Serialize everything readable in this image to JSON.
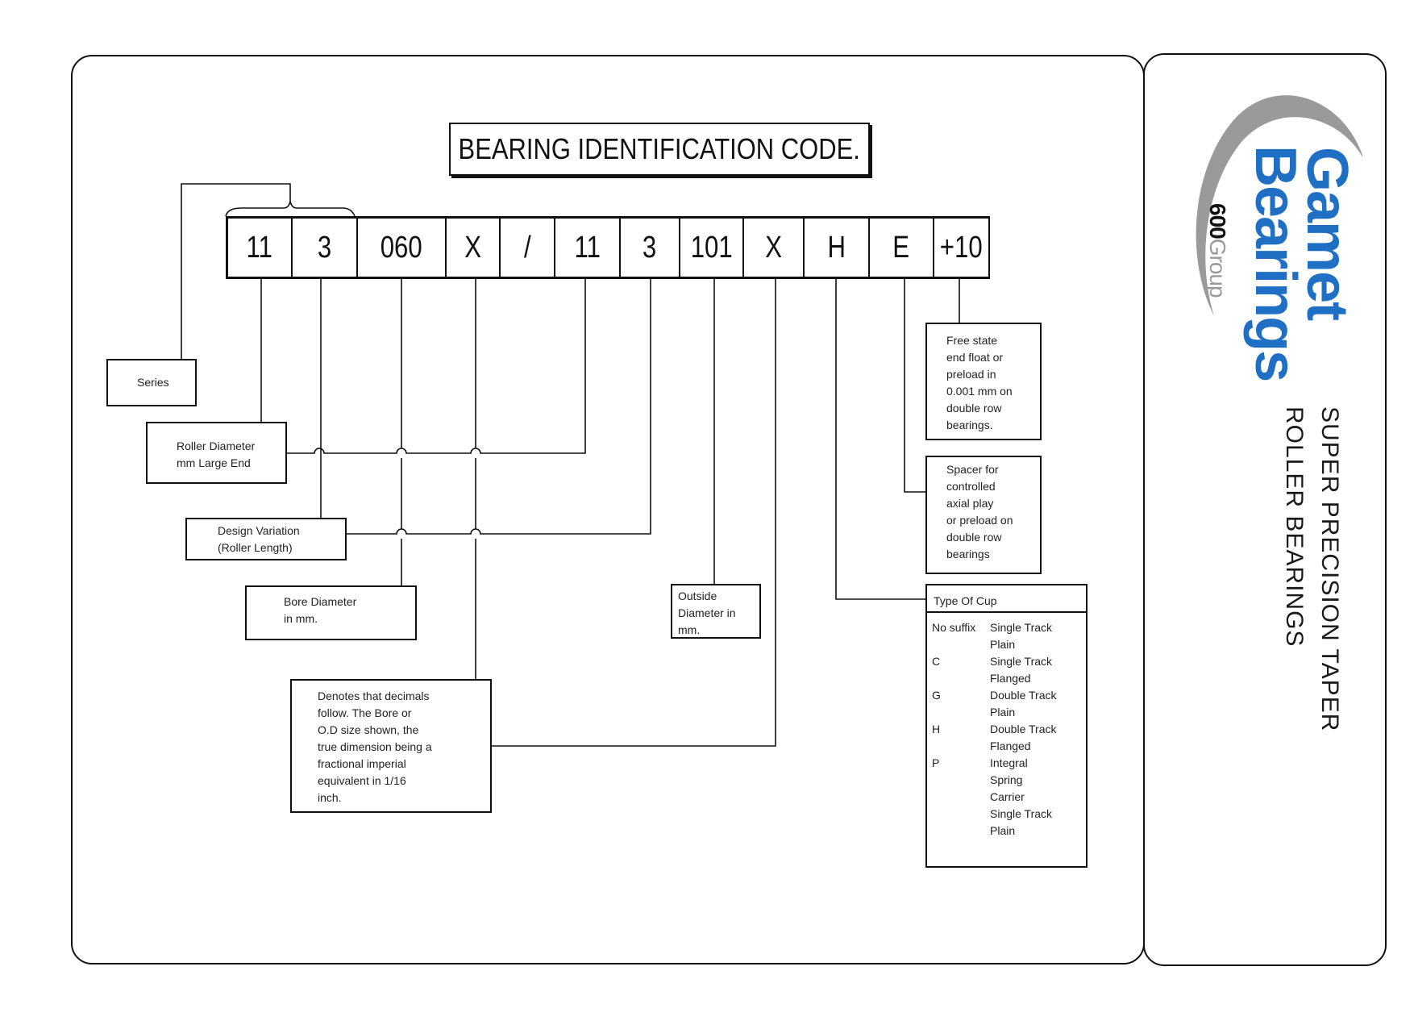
{
  "title": "BEARING IDENTIFICATION CODE.",
  "code_cells": [
    "11",
    "3",
    "060",
    "X",
    "/",
    "11",
    "3",
    "101",
    "X",
    "H",
    "E",
    "+10"
  ],
  "labels": {
    "series": "Series",
    "roller_diameter": "Roller Diameter\nmm Large End",
    "design_variation": "Design Variation\n(Roller Length)",
    "bore_diameter": "Bore Diameter\nin mm.",
    "outside_diameter": "Outside\nDiameter in\nmm.",
    "decimals": "Denotes that decimals\nfollow. The Bore or\nO.D size shown, the\ntrue dimension being a\nfractional imperial\nequivalent in 1/16\ninch.",
    "free_state": "Free state\nend float or\npreload in\n0.001 mm on\ndouble row\nbearings.",
    "spacer": "Spacer for\ncontrolled\naxial play\nor preload on\ndouble row\nbearings"
  },
  "type_of_cup": {
    "heading": "Type Of Cup",
    "rows": [
      {
        "code": "No suffix",
        "desc": "Single Track\nPlain"
      },
      {
        "code": "C",
        "desc": "Single Track\nFlanged"
      },
      {
        "code": "G",
        "desc": "Double Track\nPlain"
      },
      {
        "code": "H",
        "desc": "Double Track\nFlanged"
      },
      {
        "code": "P",
        "desc": "Integral\nSpring\nCarrier\nSingle Track\nPlain"
      }
    ]
  },
  "side_title": {
    "line1": "SUPER PRECISION TAPER",
    "line2": "ROLLER BEARINGS"
  },
  "logo": {
    "word1": "Gamet",
    "word2": "Bearings",
    "group_number": "600",
    "group_word": "Group",
    "blue": "#1f6fc4",
    "grey": "#9a9a9a"
  },
  "colors": {
    "ink": "#111111",
    "paper": "#ffffff"
  }
}
